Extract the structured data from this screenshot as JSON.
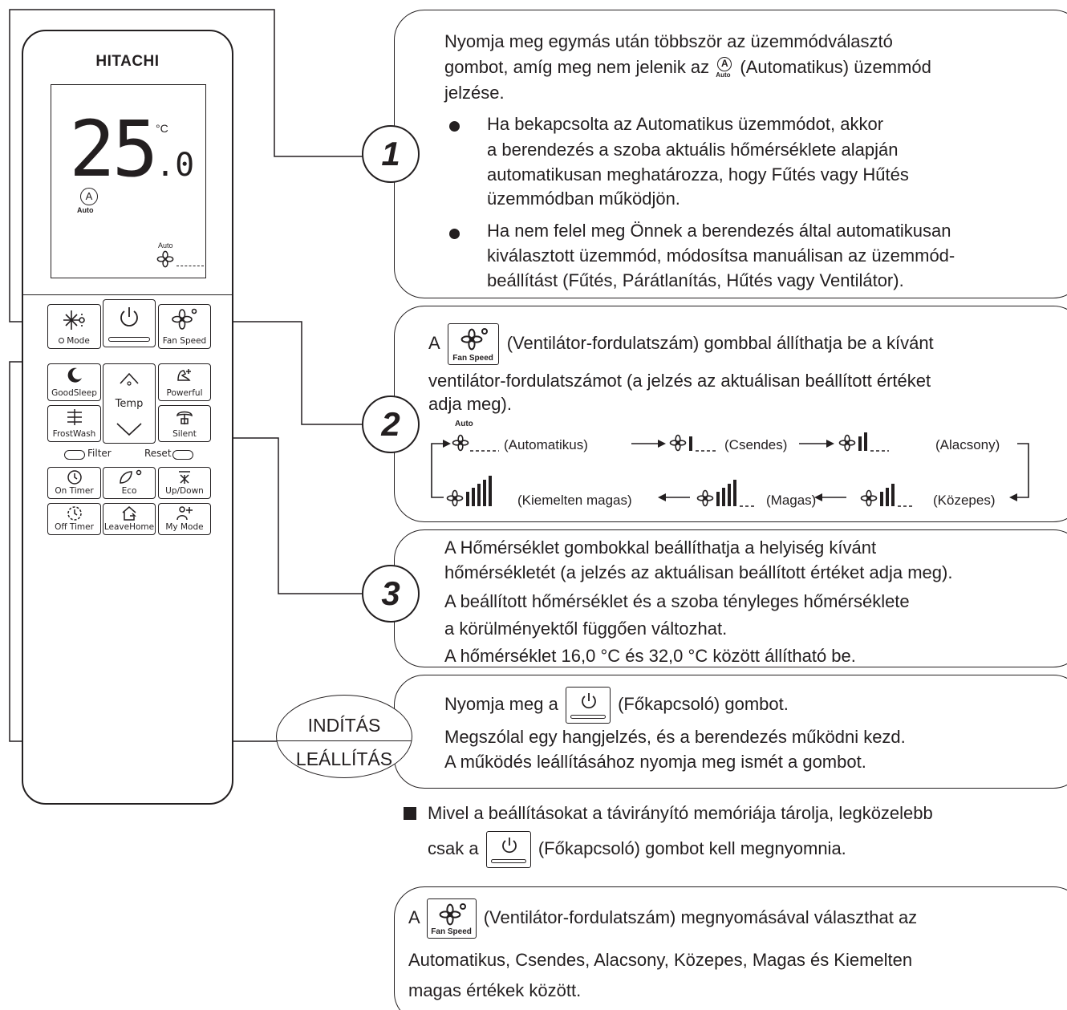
{
  "remote": {
    "brand": "HITACHI",
    "display": {
      "temp_main": "25",
      "temp_decimal": ".0",
      "unit": "°C",
      "mode_icon_label": "Auto",
      "fan_label": "Auto"
    },
    "buttons": {
      "mode": "Mode",
      "fan_speed": "Fan Speed",
      "goodsleep": "GoodSleep",
      "powerful": "Powerful",
      "frostwash": "FrostWash",
      "silent": "Silent",
      "temp": "Temp",
      "filter": "Filter",
      "reset": "Reset",
      "on_timer": "On Timer",
      "eco": "Eco",
      "up_down": "Up/Down",
      "off_timer": "Off Timer",
      "leave_home": "LeaveHome",
      "my_mode": "My Mode"
    }
  },
  "step1": {
    "number": "1",
    "intro_a": "Nyomja meg egymás után többször az üzemmódválasztó",
    "intro_b1": "gombot, amíg meg nem jelenik az",
    "intro_b2": "(Automatikus) üzemmód",
    "intro_c": "jelzése.",
    "icon_label": "Auto",
    "bullet1": [
      "Ha bekapcsolta az Automatikus üzemmódot, akkor",
      "a berendezés a szoba aktuális hőmérséklete alapján",
      "automatikusan meghatározza, hogy Fűtés vagy Hűtés",
      "üzemmódban működjön."
    ],
    "bullet2": [
      "Ha nem felel meg Önnek a berendezés által automatikusan",
      "kiválasztott üzemmód, módosítsa manuálisan az üzemmód-",
      "beállítást (Fűtés, Párátlanítás, Hűtés vagy Ventilátor)."
    ]
  },
  "step2": {
    "number": "2",
    "line1_a": "A",
    "line1_b": "(Ventilátor-fordulatszám) gombbal állíthatja be a kívánt",
    "line2": "ventilátor-fordulatszámot (a jelzés az aktuálisan beállított értéket",
    "line3": "adja meg).",
    "btn_label": "Fan Speed",
    "seq_auto_label": "Auto",
    "sequence": [
      "(Automatikus)",
      "(Csendes)",
      "(Alacsony)",
      "(Közepes)",
      "(Magas)",
      "(Kiemelten magas)"
    ]
  },
  "step3": {
    "number": "3",
    "lines": [
      "A Hőmérséklet gombokkal beállíthatja a helyiség kívánt",
      "hőmérsékletét (a jelzés az aktuálisan beállított értéket adja meg).",
      "A beállított hőmérséklet és a szoba tényleges hőmérséklete",
      "a körülményektől függően változhat.",
      "A hőmérséklet 16,0 °C és 32,0 °C között állítható be."
    ]
  },
  "start_stop": {
    "label_top": "INDÍTÁS",
    "label_bottom": "LEÁLLÍTÁS",
    "line1_a": "Nyomja meg a",
    "line1_b": "(Főkapcsoló) gombot.",
    "line2": "Megszólal egy hangjelzés, és a berendezés működni kezd.",
    "line3": "A működés leállításához nyomja meg ismét a gombot."
  },
  "memory_note": {
    "line1": "Mivel a beállításokat a távirányító memóriája tárolja, legközelebb",
    "line2_a": "csak a",
    "line2_b": "(Főkapcsoló) gombot kell megnyomnia."
  },
  "fan_note": {
    "line1_a": "A",
    "line1_b": "(Ventilátor-fordulatszám) megnyomásával választhat az",
    "line2": "Automatikus, Csendes, Alacsony, Közepes, Magas és Kiemelten",
    "line3": "magas értékek között.",
    "btn_label": "Fan Speed"
  }
}
